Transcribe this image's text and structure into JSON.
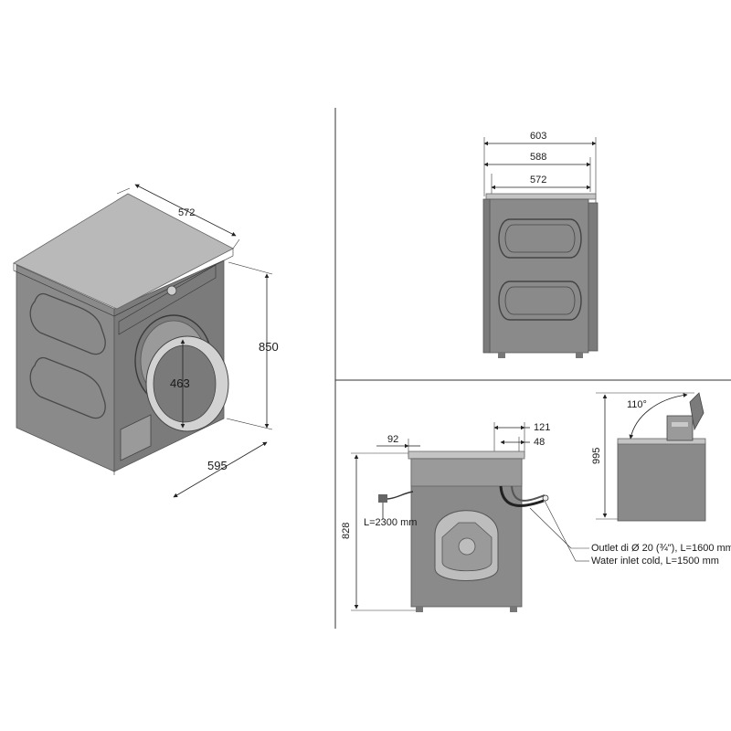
{
  "iso_view": {
    "width_label": "572",
    "height_label": "850",
    "depth_label": "595",
    "door_label": "463"
  },
  "side_view": {
    "dim_top": "603",
    "dim_middle": "588",
    "dim_bottom": "572"
  },
  "rear_view": {
    "left_offset": "92",
    "right_outer": "121",
    "right_inner": "48",
    "height": "828",
    "cable_label": "L=2300 mm",
    "outlet_label": "Outlet di Ø 20 (¾\"), L=1600 mm",
    "inlet_label": "Water inlet cold, L=1500 mm"
  },
  "lid_view": {
    "angle": "110°",
    "height": "995"
  }
}
